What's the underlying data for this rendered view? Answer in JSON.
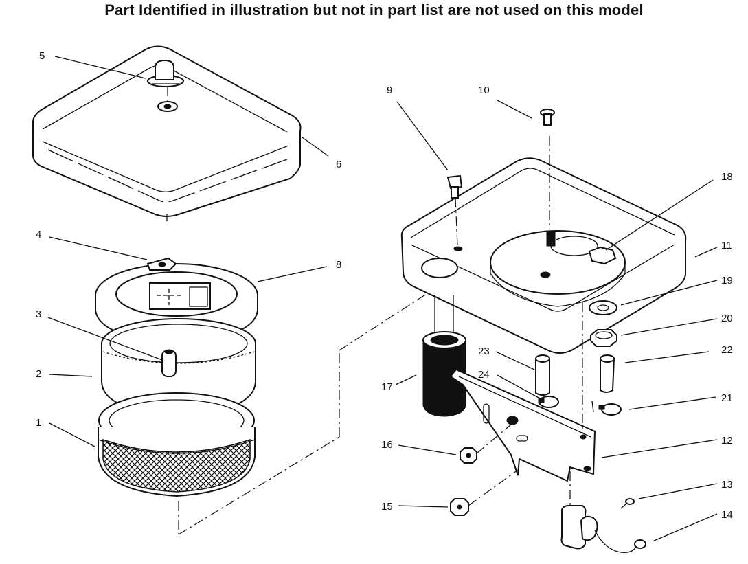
{
  "header": {
    "note": "Part Identified in illustration but not in part list are not used on this model"
  },
  "callouts": {
    "c1": "1",
    "c2": "2",
    "c3": "3",
    "c4": "4",
    "c5": "5",
    "c6": "6",
    "c8": "8",
    "c9": "9",
    "c10": "10",
    "c11": "11",
    "c12": "12",
    "c13": "13",
    "c14": "14",
    "c15": "15",
    "c16": "16",
    "c17": "17",
    "c18": "18",
    "c19": "19",
    "c20": "20",
    "c21": "21",
    "c22": "22",
    "c23": "23",
    "c24": "24"
  }
}
